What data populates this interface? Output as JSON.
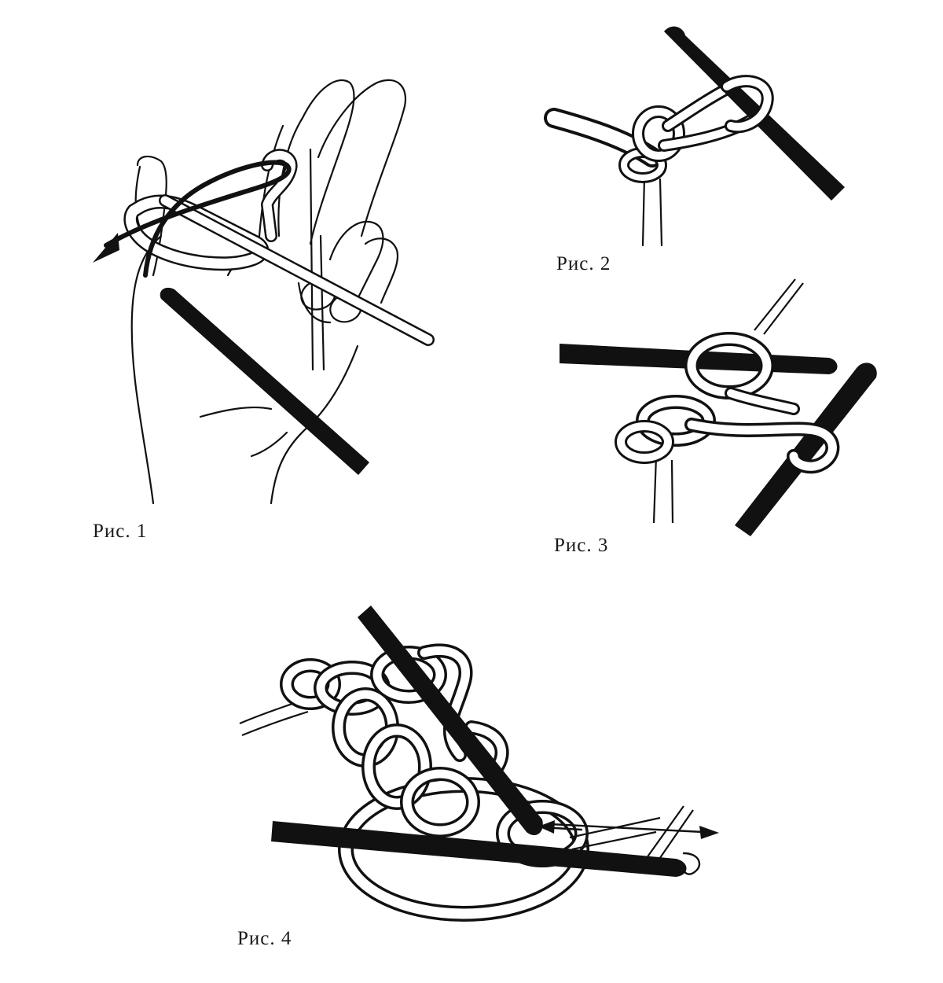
{
  "figures": [
    {
      "id": "fig1",
      "caption": "Рис. 1"
    },
    {
      "id": "fig2",
      "caption": "Рис. 2"
    },
    {
      "id": "fig3",
      "caption": "Рис. 3"
    },
    {
      "id": "fig4",
      "caption": "Рис. 4"
    }
  ],
  "colors": {
    "ink": "#111111",
    "paper": "#ffffff"
  }
}
